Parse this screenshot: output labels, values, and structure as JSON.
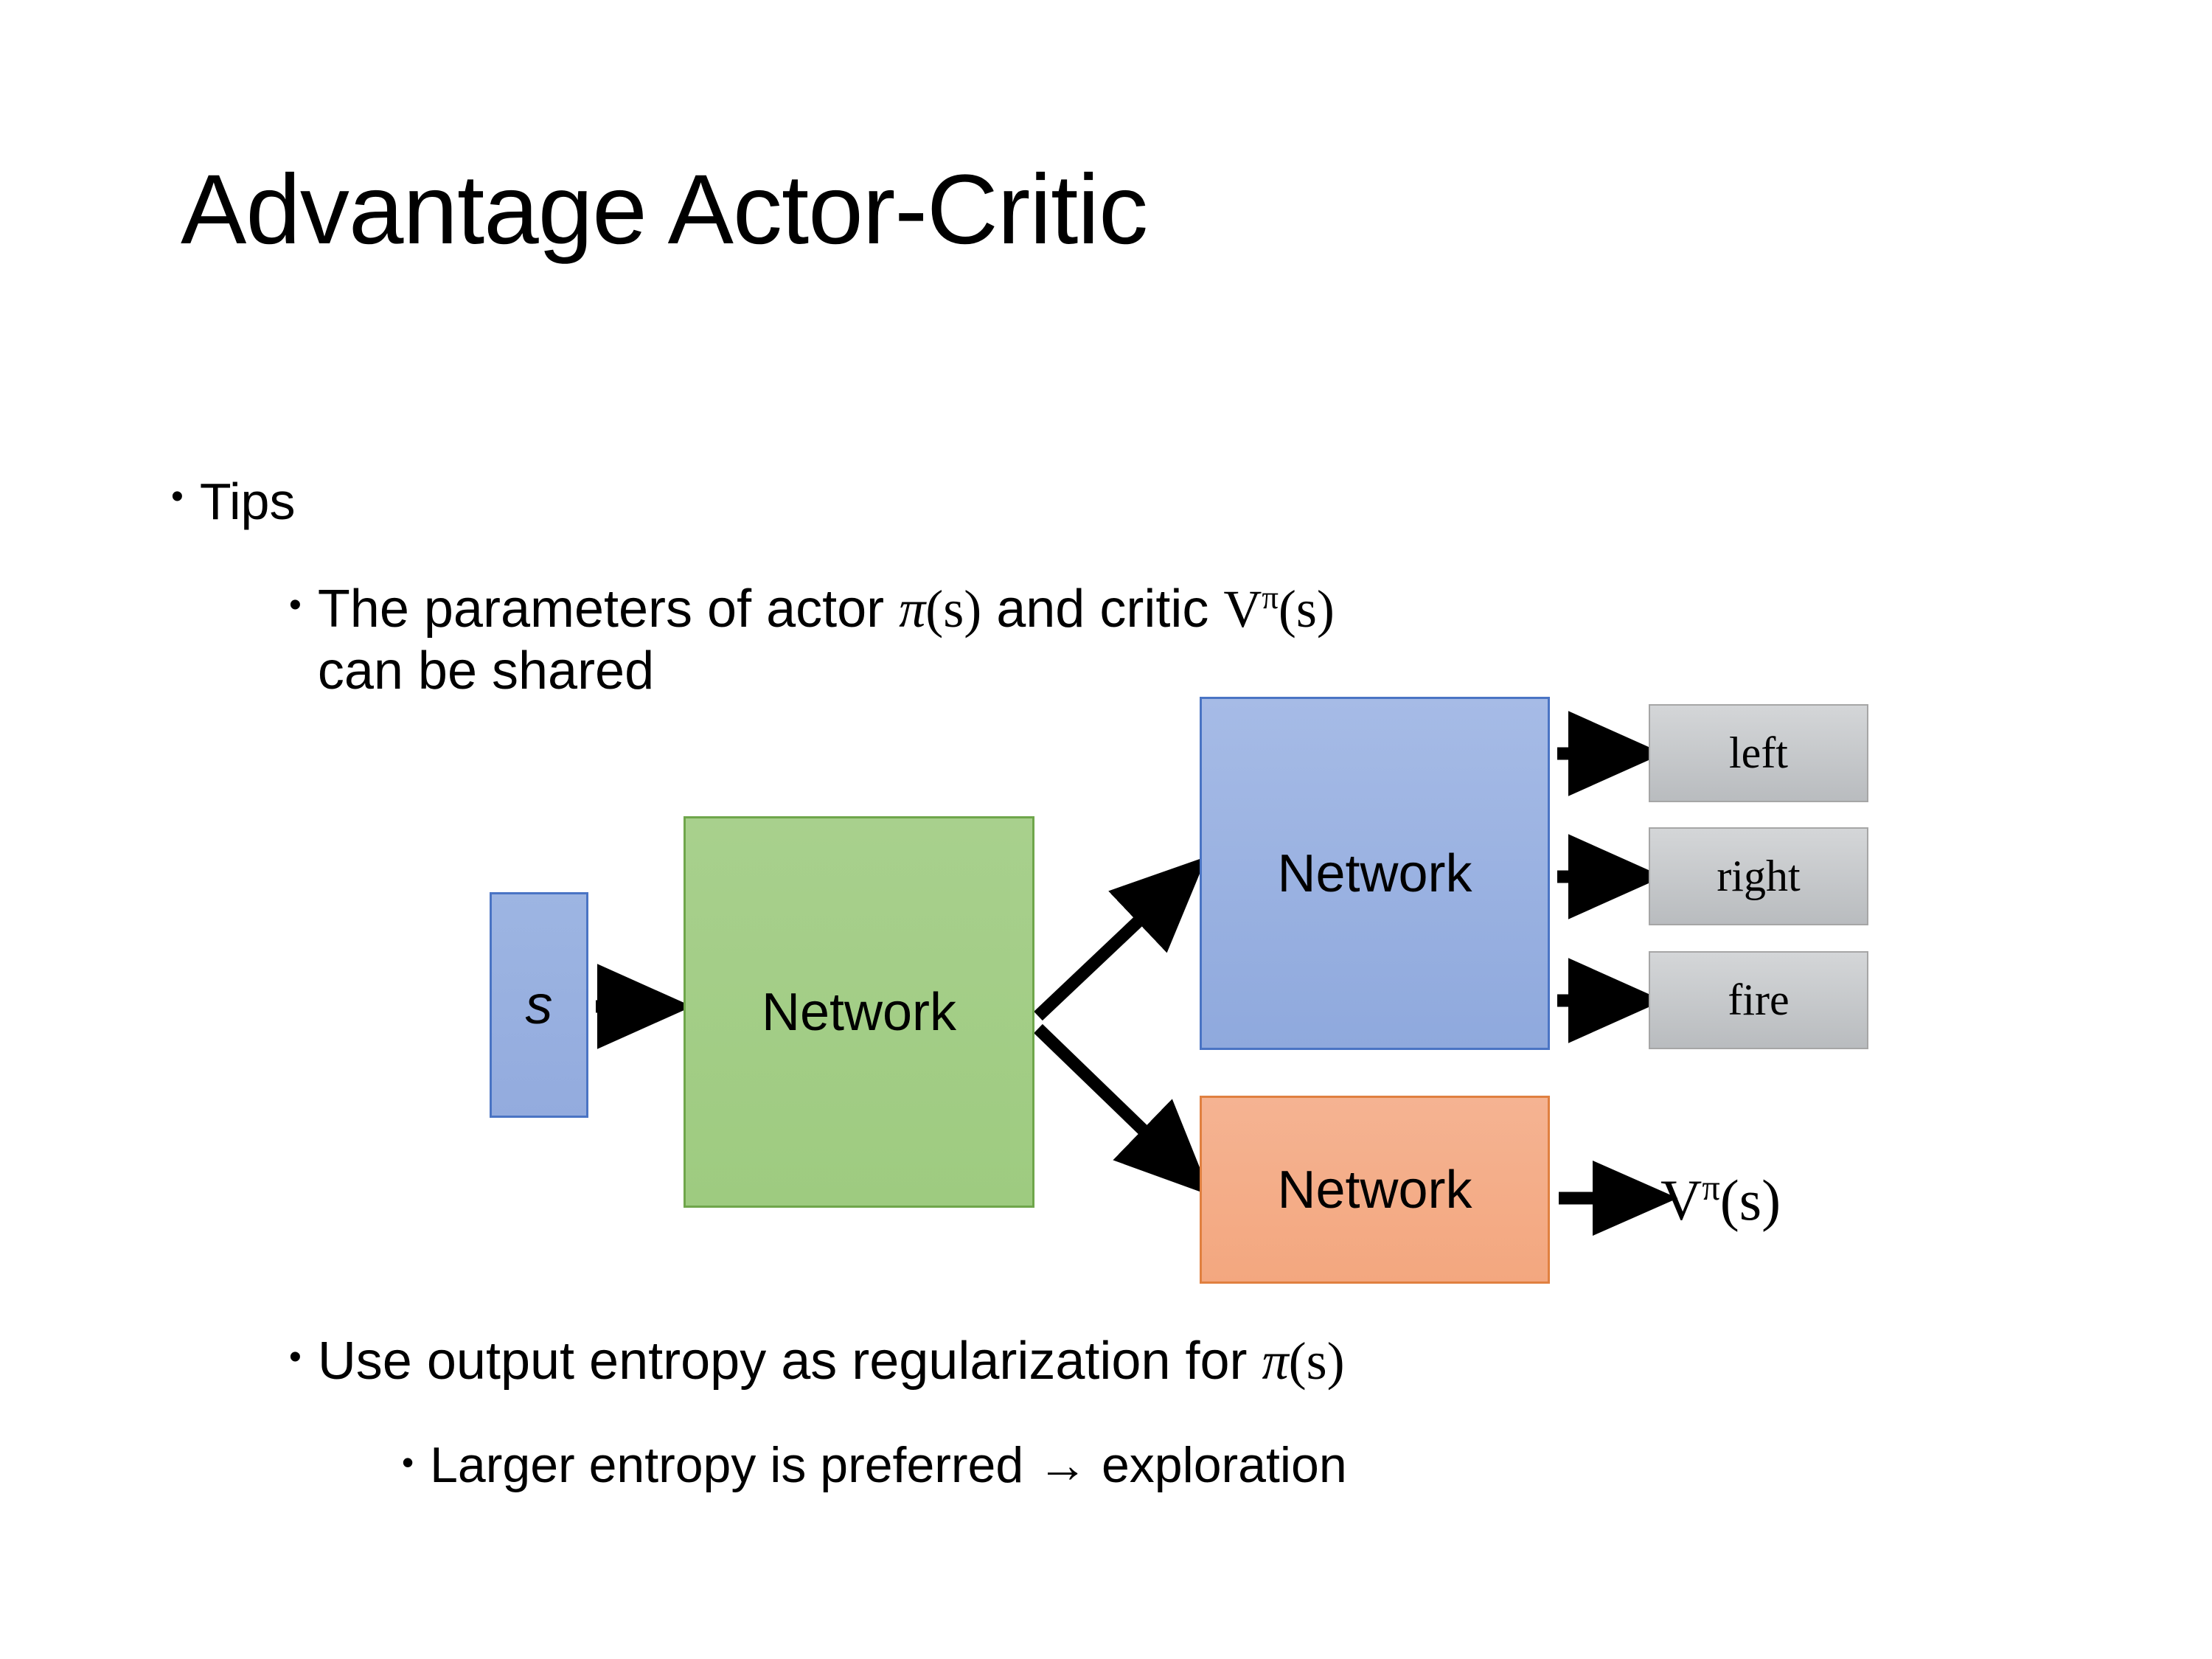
{
  "slide": {
    "title": "Advantage Actor-Critic",
    "background": "#ffffff"
  },
  "bullets": {
    "tips": {
      "marker": "•",
      "text": "Tips"
    },
    "params": {
      "marker": "•",
      "line1_a": "The parameters of actor ",
      "math_pi": "π",
      "math_pi_args": "(s)",
      "line1_b": "  and critic ",
      "math_v": "V",
      "math_v_sup": "π",
      "math_v_args": "(s)",
      "line2": "can be shared",
      "plain": "The parameters of actor π(s) and critic Vπ(s) can be shared"
    },
    "entropy": {
      "marker": "•",
      "text_a": "Use output entropy as regularization for ",
      "math_pi": "π",
      "math_pi_args": "(s)",
      "plain": "Use output entropy as regularization for π(s)"
    },
    "larger": {
      "marker": "•",
      "text": "Larger entropy is preferred → exploration"
    }
  },
  "diagram": {
    "input": {
      "label": "s",
      "fill": "#95aee0",
      "border": "#4a74c4"
    },
    "shared_network": {
      "label": "Network",
      "fill": "#a8d08d",
      "border": "#6fa64b"
    },
    "actor_network": {
      "label": "Network",
      "fill": "#9cb3e2",
      "border": "#4a74c4"
    },
    "critic_network": {
      "label": "Network",
      "fill": "#f4ad89",
      "border": "#e08040"
    },
    "actions": [
      {
        "label": "left",
        "fill": "#c6c9cb",
        "border": "#a6a6a6"
      },
      {
        "label": "right",
        "fill": "#c6c9cb",
        "border": "#a6a6a6"
      },
      {
        "label": "fire",
        "fill": "#c6c9cb",
        "border": "#a6a6a6"
      }
    ],
    "value_output": {
      "symbol": "V",
      "superscript": "π",
      "args": "(s)",
      "plain": "Vπ(s)"
    },
    "arrow_color": "#000000"
  }
}
